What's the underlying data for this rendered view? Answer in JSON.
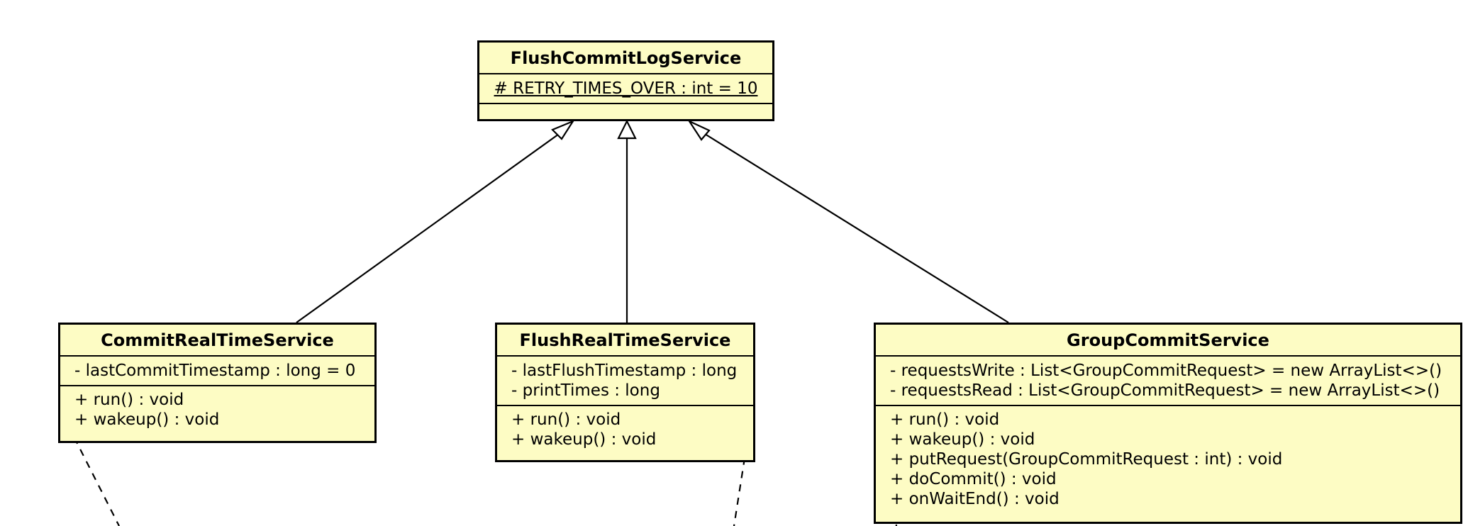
{
  "diagram": {
    "classes": [
      {
        "id": "flush-commit-log-service",
        "name": "FlushCommitLogService",
        "attributes": [
          {
            "text": "# RETRY_TIMES_OVER : int = 10",
            "static": true
          }
        ],
        "operations": []
      },
      {
        "id": "commit-real-time-service",
        "name": "CommitRealTimeService",
        "attributes": [
          {
            "text": "- lastCommitTimestamp : long = 0"
          }
        ],
        "operations": [
          {
            "text": "+ run() : void"
          },
          {
            "text": "+ wakeup() : void"
          }
        ]
      },
      {
        "id": "flush-real-time-service",
        "name": "FlushRealTimeService",
        "attributes": [
          {
            "text": "- lastFlushTimestamp : long"
          },
          {
            "text": "- printTimes : long"
          }
        ],
        "operations": [
          {
            "text": "+ run() : void"
          },
          {
            "text": "+ wakeup() : void"
          }
        ]
      },
      {
        "id": "group-commit-service",
        "name": "GroupCommitService",
        "attributes": [
          {
            "text": "- requestsWrite : List<GroupCommitRequest> = new ArrayList<>()"
          },
          {
            "text": "- requestsRead : List<GroupCommitRequest> = new ArrayList<>()"
          }
        ],
        "operations": [
          {
            "text": "+ run() : void"
          },
          {
            "text": "+ wakeup() : void"
          },
          {
            "text": "+ putRequest(GroupCommitRequest : int) : void"
          },
          {
            "text": "+ doCommit() : void"
          },
          {
            "text": "+ onWaitEnd() : void"
          }
        ]
      }
    ],
    "relations": [
      {
        "type": "generalization",
        "from": "commit-real-time-service",
        "to": "flush-commit-log-service"
      },
      {
        "type": "generalization",
        "from": "flush-real-time-service",
        "to": "flush-commit-log-service"
      },
      {
        "type": "generalization",
        "from": "group-commit-service",
        "to": "flush-commit-log-service"
      },
      {
        "type": "note-anchor",
        "from": "commit-real-time-service",
        "to": "offscreen-note"
      },
      {
        "type": "note-anchor",
        "from": "flush-real-time-service",
        "to": "offscreen-note"
      },
      {
        "type": "note-anchor",
        "from": "group-commit-service",
        "to": "offscreen-note"
      }
    ],
    "colors": {
      "class_fill": "#fdfcc4",
      "stroke": "#000000"
    }
  }
}
